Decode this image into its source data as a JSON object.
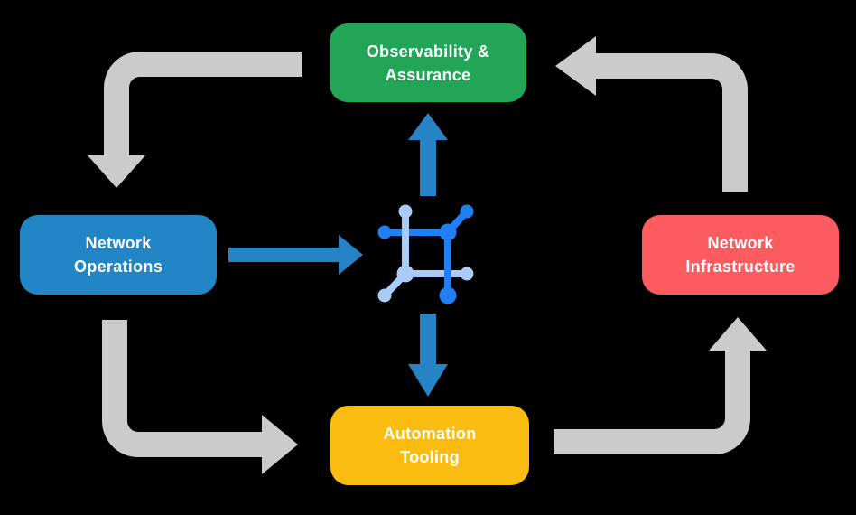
{
  "diagram": {
    "background": "#000000",
    "text_color": "#FFFFFF",
    "nodes": {
      "observability": {
        "line1": "Observability &",
        "line2": "Assurance",
        "color": "#23A558"
      },
      "operations": {
        "line1": "Network",
        "line2": "Operations",
        "color": "#2185C6"
      },
      "infrastructure": {
        "line1": "Network",
        "line2": "Infrastructure",
        "color": "#FC5B5F"
      },
      "automation": {
        "line1": "Automation",
        "line2": "Tooling",
        "color": "#FBBC12"
      }
    },
    "colors": {
      "arrow_gray": "#CBCBCB",
      "arrow_blue": "#2583C6",
      "icon_dark": "#1F80F6",
      "icon_light": "#A9CBF7"
    },
    "center_icon": "network-hub-icon",
    "flows": [
      {
        "from": "Observability & Assurance",
        "to": "Network Operations",
        "style": "gray"
      },
      {
        "from": "Network Operations",
        "to": "Automation Tooling",
        "style": "gray"
      },
      {
        "from": "Automation Tooling",
        "to": "Network Infrastructure",
        "style": "gray"
      },
      {
        "from": "Network Infrastructure",
        "to": "Observability & Assurance",
        "style": "gray"
      },
      {
        "from": "Network Operations",
        "to": "network-hub",
        "style": "blue"
      },
      {
        "from": "network-hub",
        "to": "Observability & Assurance",
        "style": "blue"
      },
      {
        "from": "network-hub",
        "to": "Automation Tooling",
        "style": "blue"
      }
    ]
  }
}
